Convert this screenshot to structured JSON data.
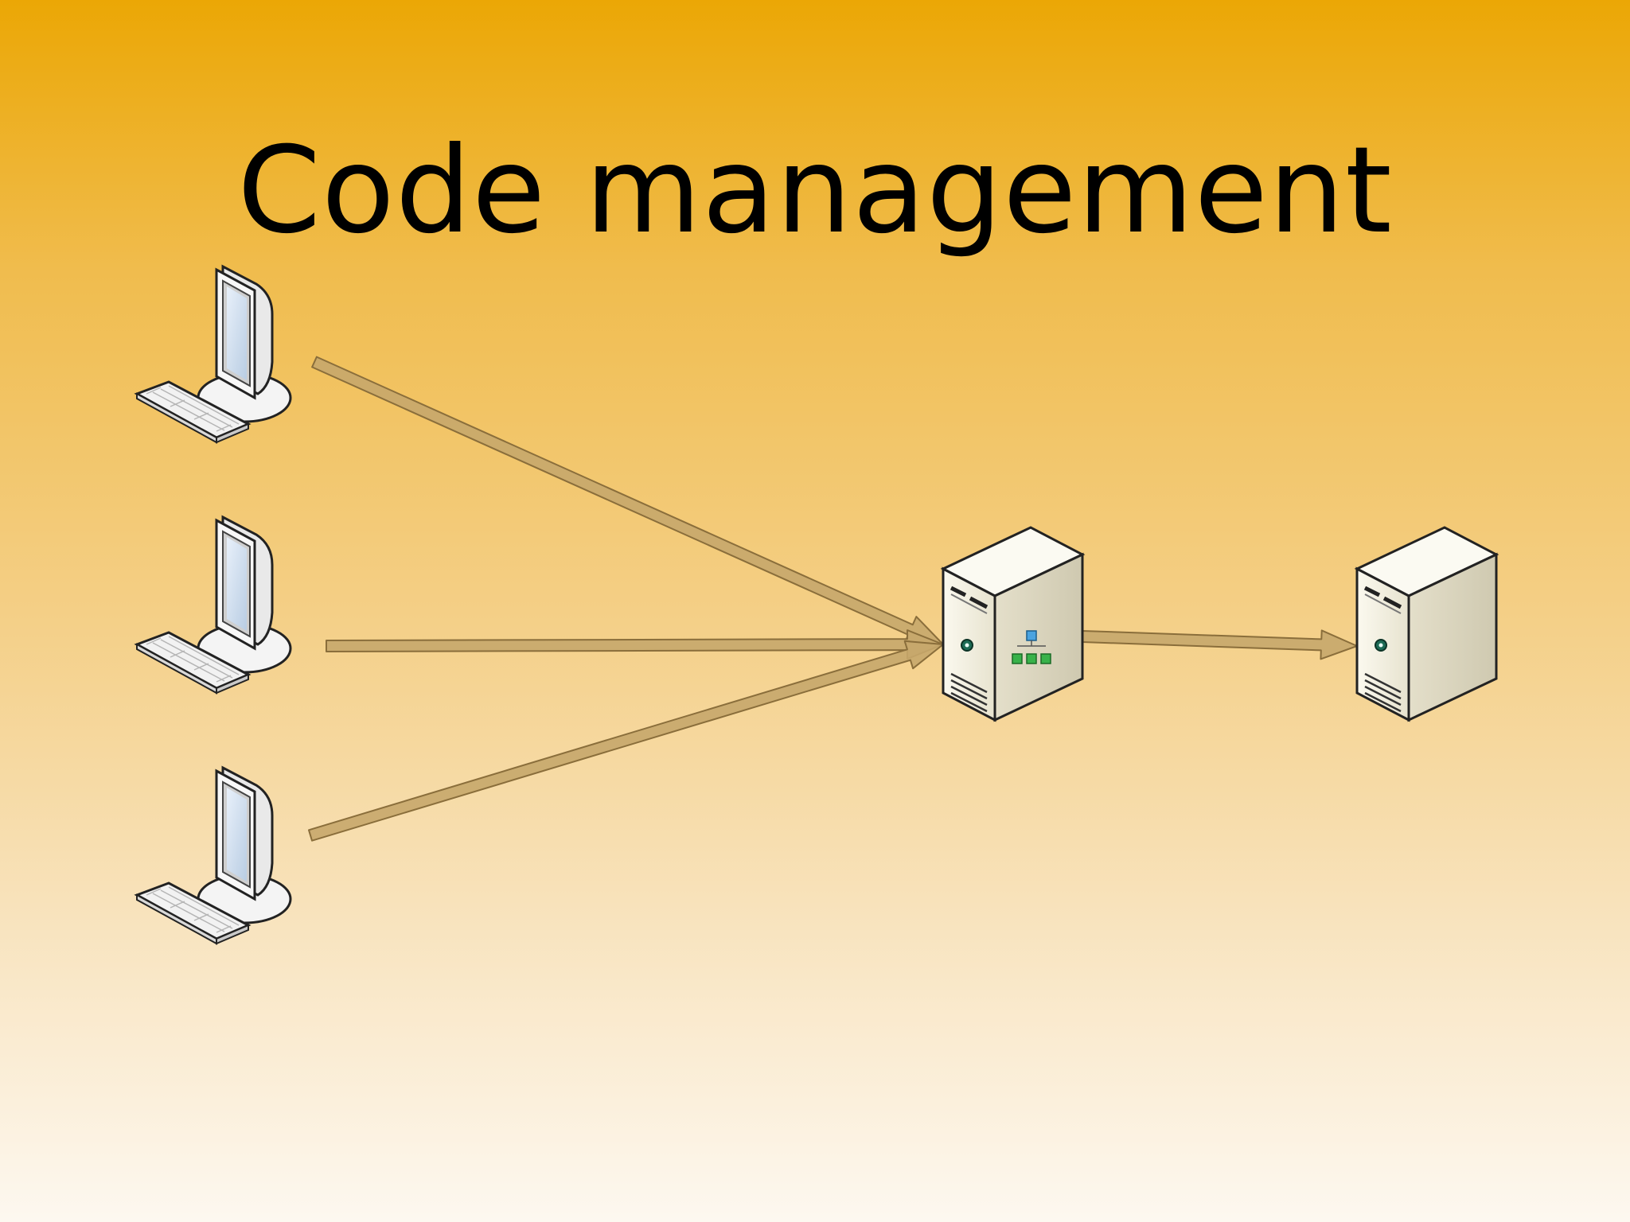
{
  "slide": {
    "title": "Code management"
  },
  "diagram": {
    "nodes": [
      {
        "id": "workstation-1",
        "kind": "workstation",
        "icon": "computer-icon"
      },
      {
        "id": "workstation-2",
        "kind": "workstation",
        "icon": "computer-icon"
      },
      {
        "id": "workstation-3",
        "kind": "workstation",
        "icon": "computer-icon"
      },
      {
        "id": "central-server",
        "kind": "server",
        "icon": "server-icon"
      },
      {
        "id": "backup-server",
        "kind": "server",
        "icon": "server-icon"
      }
    ],
    "edges": [
      {
        "from": "workstation-1",
        "to": "central-server"
      },
      {
        "from": "workstation-2",
        "to": "central-server"
      },
      {
        "from": "workstation-3",
        "to": "central-server"
      },
      {
        "from": "central-server",
        "to": "backup-server"
      }
    ],
    "colors": {
      "arrow_fill": "#c6a76b",
      "arrow_stroke": "#8a6e3b",
      "server_body": "#f0eddd",
      "monitor_screen": "#d7e6f5"
    }
  }
}
